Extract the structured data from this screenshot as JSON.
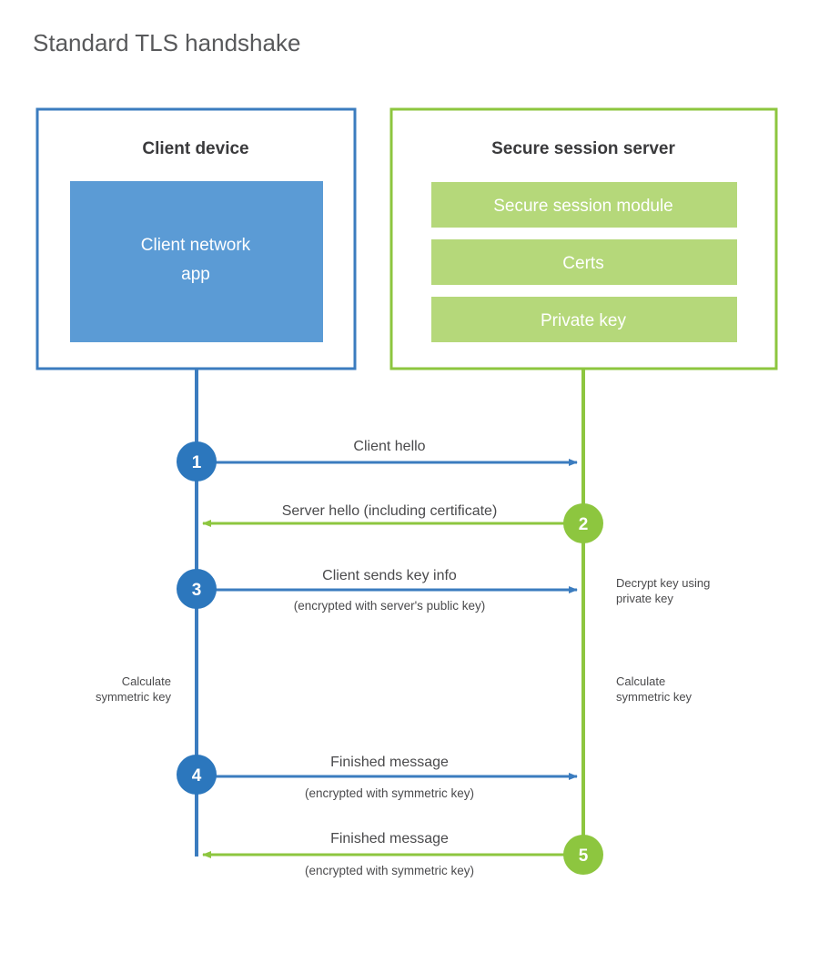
{
  "page": {
    "title": "Standard TLS handshake",
    "background": "#ffffff"
  },
  "colors": {
    "client_blue": "#3b7cbf",
    "client_fill": "#5b9bd5",
    "server_green": "#8dc63f",
    "server_fill": "#b5d87a",
    "text_dark": "#3a3a3c",
    "text_body": "#4a4a4c",
    "title_gray": "#58595b"
  },
  "client_panel": {
    "title": "Client device",
    "module": "Client network app",
    "module_line1": "Client network",
    "module_line2": "app"
  },
  "server_panel": {
    "title": "Secure session server",
    "modules": [
      {
        "label": "Secure session module"
      },
      {
        "label": "Certs"
      },
      {
        "label": "Private key"
      }
    ]
  },
  "steps": [
    {
      "number": "1",
      "label": "Client hello",
      "sub": "",
      "direction": "client-to-server",
      "color": "#3b7cbf"
    },
    {
      "number": "2",
      "label": "Server hello (including certificate)",
      "sub": "",
      "direction": "server-to-client",
      "color": "#8dc63f"
    },
    {
      "number": "3",
      "label": "Client sends key info",
      "sub": "(encrypted with server's public key)",
      "direction": "client-to-server",
      "color": "#3b7cbf"
    },
    {
      "number": "4",
      "label": "Finished message",
      "sub": "(encrypted with symmetric key)",
      "direction": "client-to-server",
      "color": "#3b7cbf"
    },
    {
      "number": "5",
      "label": "Finished message",
      "sub": "(encrypted with symmetric key)",
      "direction": "server-to-client",
      "color": "#8dc63f"
    }
  ],
  "notes": {
    "decrypt_line1": "Decrypt key using",
    "decrypt_line2": "private key",
    "calc_left_line1": "Calculate",
    "calc_left_line2": "symmetric key",
    "calc_right_line1": "Calculate",
    "calc_right_line2": "symmetric key"
  }
}
